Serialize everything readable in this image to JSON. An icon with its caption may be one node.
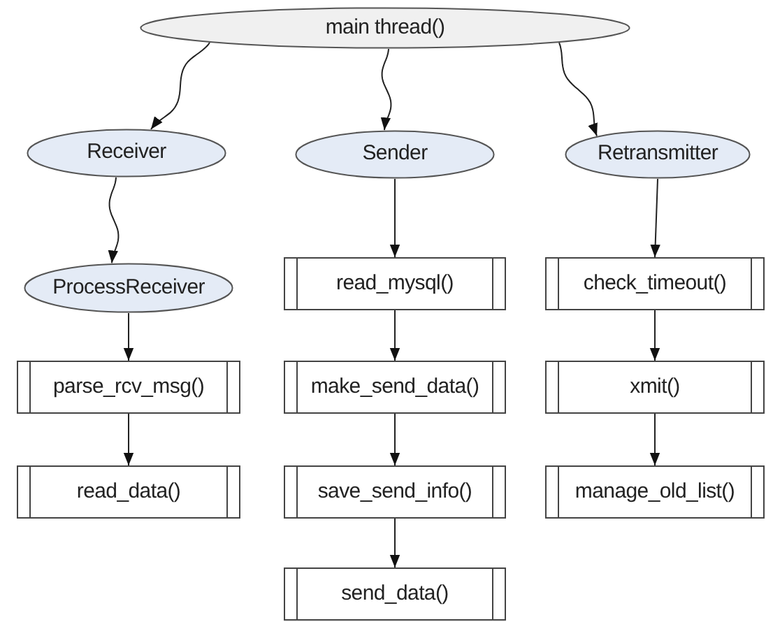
{
  "diagram": {
    "nodes": [
      {
        "text": [
          "main thread()"
        ]
      },
      {
        "text": [
          "Receiver"
        ]
      },
      {
        "text": [
          "Sender"
        ]
      },
      {
        "text": [
          "Retransmitter"
        ]
      },
      {
        "text": [
          "ProcessReceiver"
        ]
      },
      {
        "text": [
          "parse_rcv_msg()"
        ]
      },
      {
        "text": [
          "read_data()"
        ]
      },
      {
        "text": [
          "read_mysql()"
        ]
      },
      {
        "text": [
          "make_send_data()"
        ]
      },
      {
        "text": [
          "save_send_info()"
        ]
      },
      {
        "text": [
          "send_data()"
        ]
      },
      {
        "text": [
          "check_timeout()"
        ]
      },
      {
        "text": [
          "xmit()"
        ]
      },
      {
        "text": [
          "manage_old_list()"
        ]
      }
    ],
    "edges": [
      {
        "from": 0,
        "to": 1,
        "arrow": "to"
      },
      {
        "from": 0,
        "to": 2,
        "arrow": "to"
      },
      {
        "from": 0,
        "to": 3,
        "arrow": "to"
      },
      {
        "from": 1,
        "to": 4,
        "arrow": "to"
      },
      {
        "from": 4,
        "to": 5,
        "arrow": "to"
      },
      {
        "from": 5,
        "to": 6,
        "arrow": "to"
      },
      {
        "from": 2,
        "to": 7,
        "arrow": "to"
      },
      {
        "from": 7,
        "to": 8,
        "arrow": "to"
      },
      {
        "from": 8,
        "to": 9,
        "arrow": "to"
      },
      {
        "from": 9,
        "to": 10,
        "arrow": "to"
      },
      {
        "from": 3,
        "to": 11,
        "arrow": "to"
      },
      {
        "from": 11,
        "to": 12,
        "arrow": "to"
      },
      {
        "from": 12,
        "to": 13,
        "arrow": "to"
      }
    ]
  }
}
